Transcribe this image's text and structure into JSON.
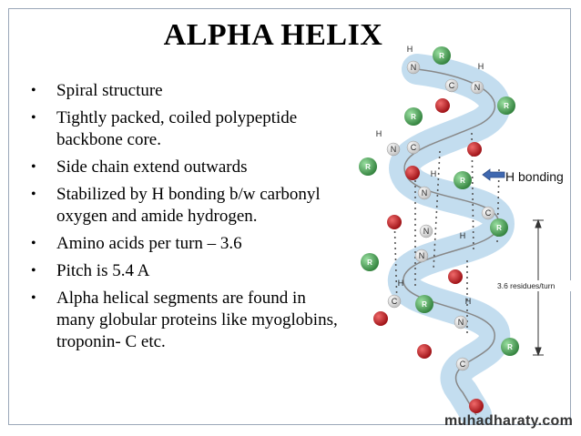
{
  "slide": {
    "title": "ALPHA HELIX",
    "bullets": [
      "Spiral structure",
      "Tightly packed, coiled polypeptide backbone core.",
      "Side chain extend outwards",
      "Stabilized by H bonding b/w carbonyl oxygen and amide hydrogen.",
      "Amino acids per turn – 3.6",
      "Pitch is 5.4 A",
      "Alpha helical segments are found in many globular proteins like myoglobins, troponin- C etc."
    ]
  },
  "figure": {
    "h_bonding_label": "H bonding",
    "residues_label": "3.6 residues/turn",
    "atom_labels": {
      "r": "R",
      "h": "H",
      "n": "N",
      "c": "C"
    },
    "colors": {
      "r_group": "#3f9a4a",
      "oxygen": "#c0161d",
      "ribbon": "#b9d7ec",
      "arrow": "#3f68b0"
    }
  },
  "watermark": "muhadharaty.com"
}
